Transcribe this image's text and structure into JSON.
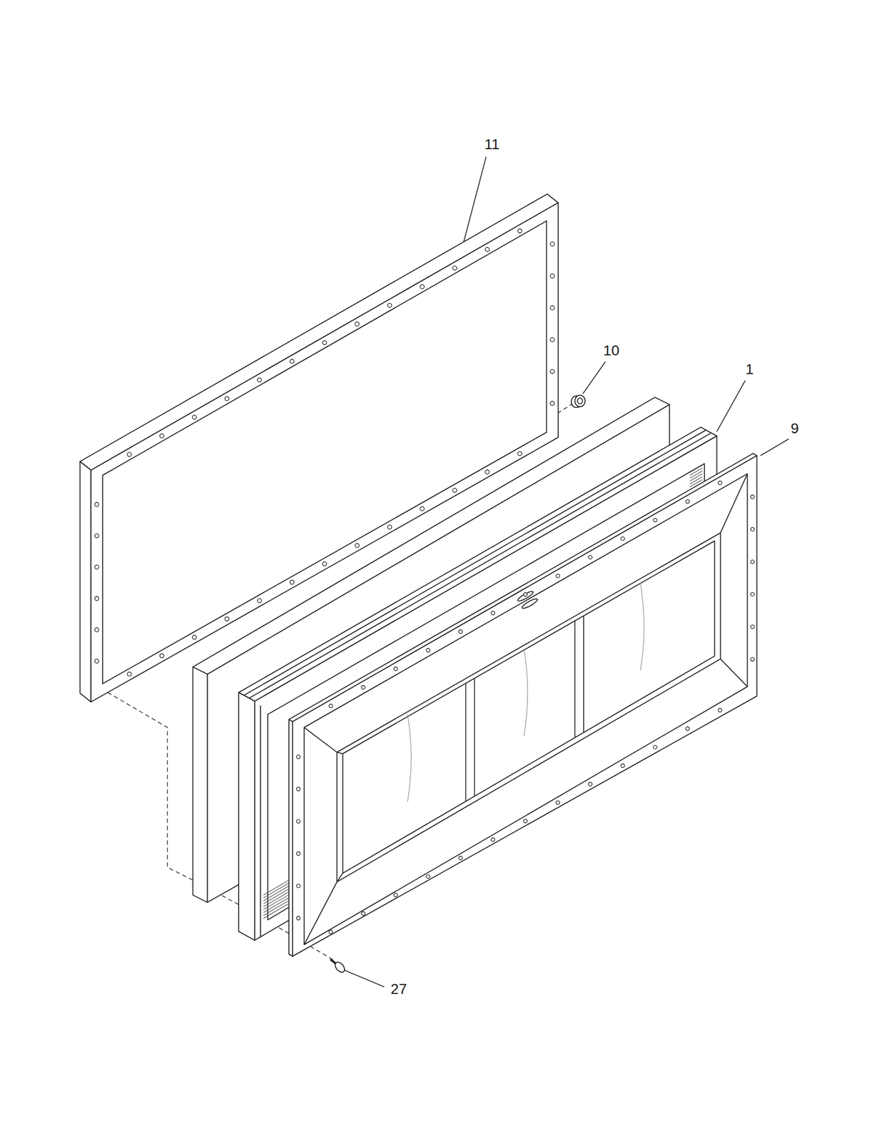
{
  "diagram": {
    "labels": [
      "11",
      "10",
      "1",
      "9",
      "27"
    ]
  }
}
